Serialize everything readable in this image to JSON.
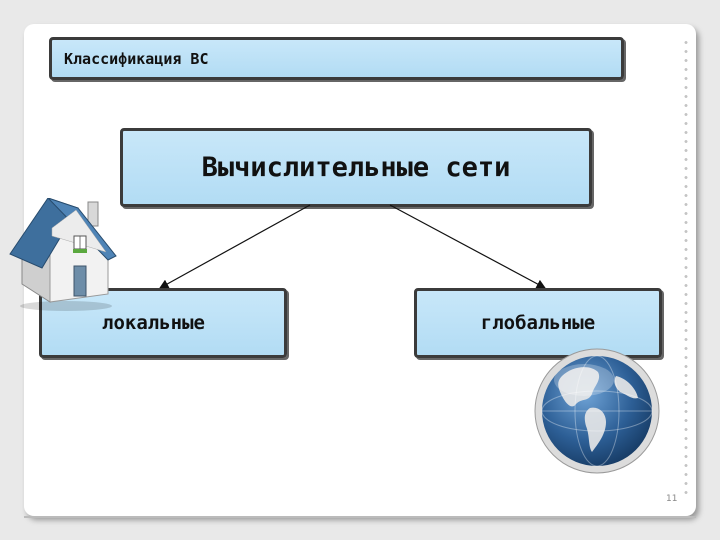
{
  "slide": {
    "title": "Классификация ВС",
    "page_number": "11"
  },
  "diagram": {
    "root": "Вычислительные сети",
    "children": [
      {
        "label": "локальные",
        "icon": "house-icon"
      },
      {
        "label": "глобальные",
        "icon": "globe-icon"
      }
    ]
  },
  "colors": {
    "box_fill": "#b9e0f6",
    "box_border": "#3b3b3b",
    "roof": "#3e6f9d"
  }
}
